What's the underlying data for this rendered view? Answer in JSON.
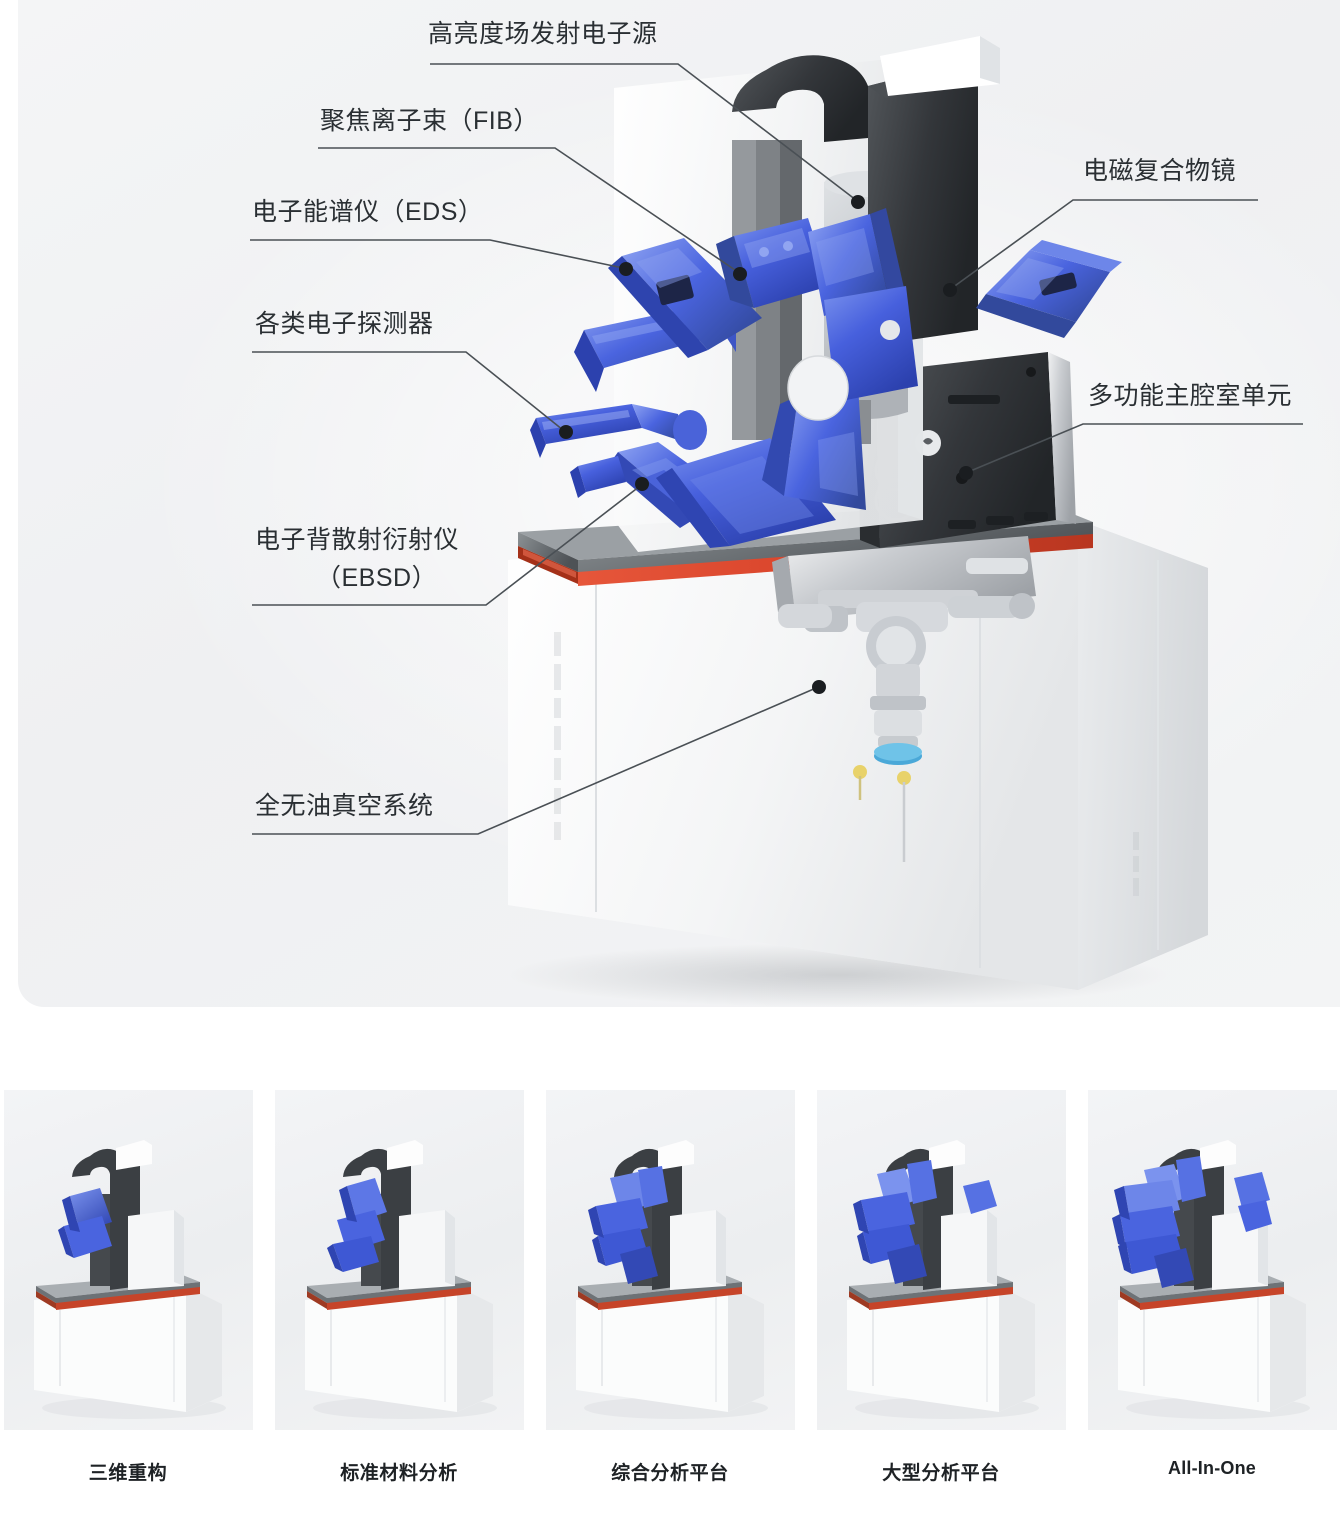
{
  "diagram": {
    "title_hidden": "",
    "callouts": [
      {
        "id": "field-emission-source",
        "label": "高亮度场发射电子源"
      },
      {
        "id": "focused-ion-beam",
        "label": "聚焦离子束（FIB）"
      },
      {
        "id": "eds",
        "label": "电子能谱仪（EDS）"
      },
      {
        "id": "electron-detectors",
        "label": "各类电子探测器"
      },
      {
        "id": "ebsd-line1",
        "label": "电子背散射衍射仪"
      },
      {
        "id": "ebsd-line2",
        "label": "（EBSD）"
      },
      {
        "id": "oil-free-vacuum",
        "label": "全无油真空系统"
      },
      {
        "id": "objective-lens",
        "label": "电磁复合物镜"
      },
      {
        "id": "main-chamber",
        "label": "多功能主腔室单元"
      }
    ]
  },
  "variants": [
    {
      "id": "variant-3d-reconstruction",
      "caption": "三维重构",
      "detector_count": 2,
      "latin": false
    },
    {
      "id": "variant-standard-material",
      "caption": "标准材料分析",
      "detector_count": 3,
      "latin": false
    },
    {
      "id": "variant-integrated",
      "caption": "综合分析平台",
      "detector_count": 5,
      "latin": false
    },
    {
      "id": "variant-large-platform",
      "caption": "大型分析平台",
      "detector_count": 6,
      "latin": false
    },
    {
      "id": "variant-all-in-one",
      "caption": "All-In-One",
      "detector_count": 8,
      "latin": true
    }
  ],
  "colors": {
    "detector_blue": "#3f5fd8",
    "detector_blue_light": "#6b86ea",
    "detector_blue_dark": "#2e46ae",
    "accent_red": "#d8432a",
    "table_gray": "#6f7478",
    "column_dark": "#3a3d40",
    "body_white": "#f7f8f9",
    "panel_bg": "#f1f2f4",
    "label_text": "#2a2f33",
    "leader_line": "#4a5055"
  }
}
